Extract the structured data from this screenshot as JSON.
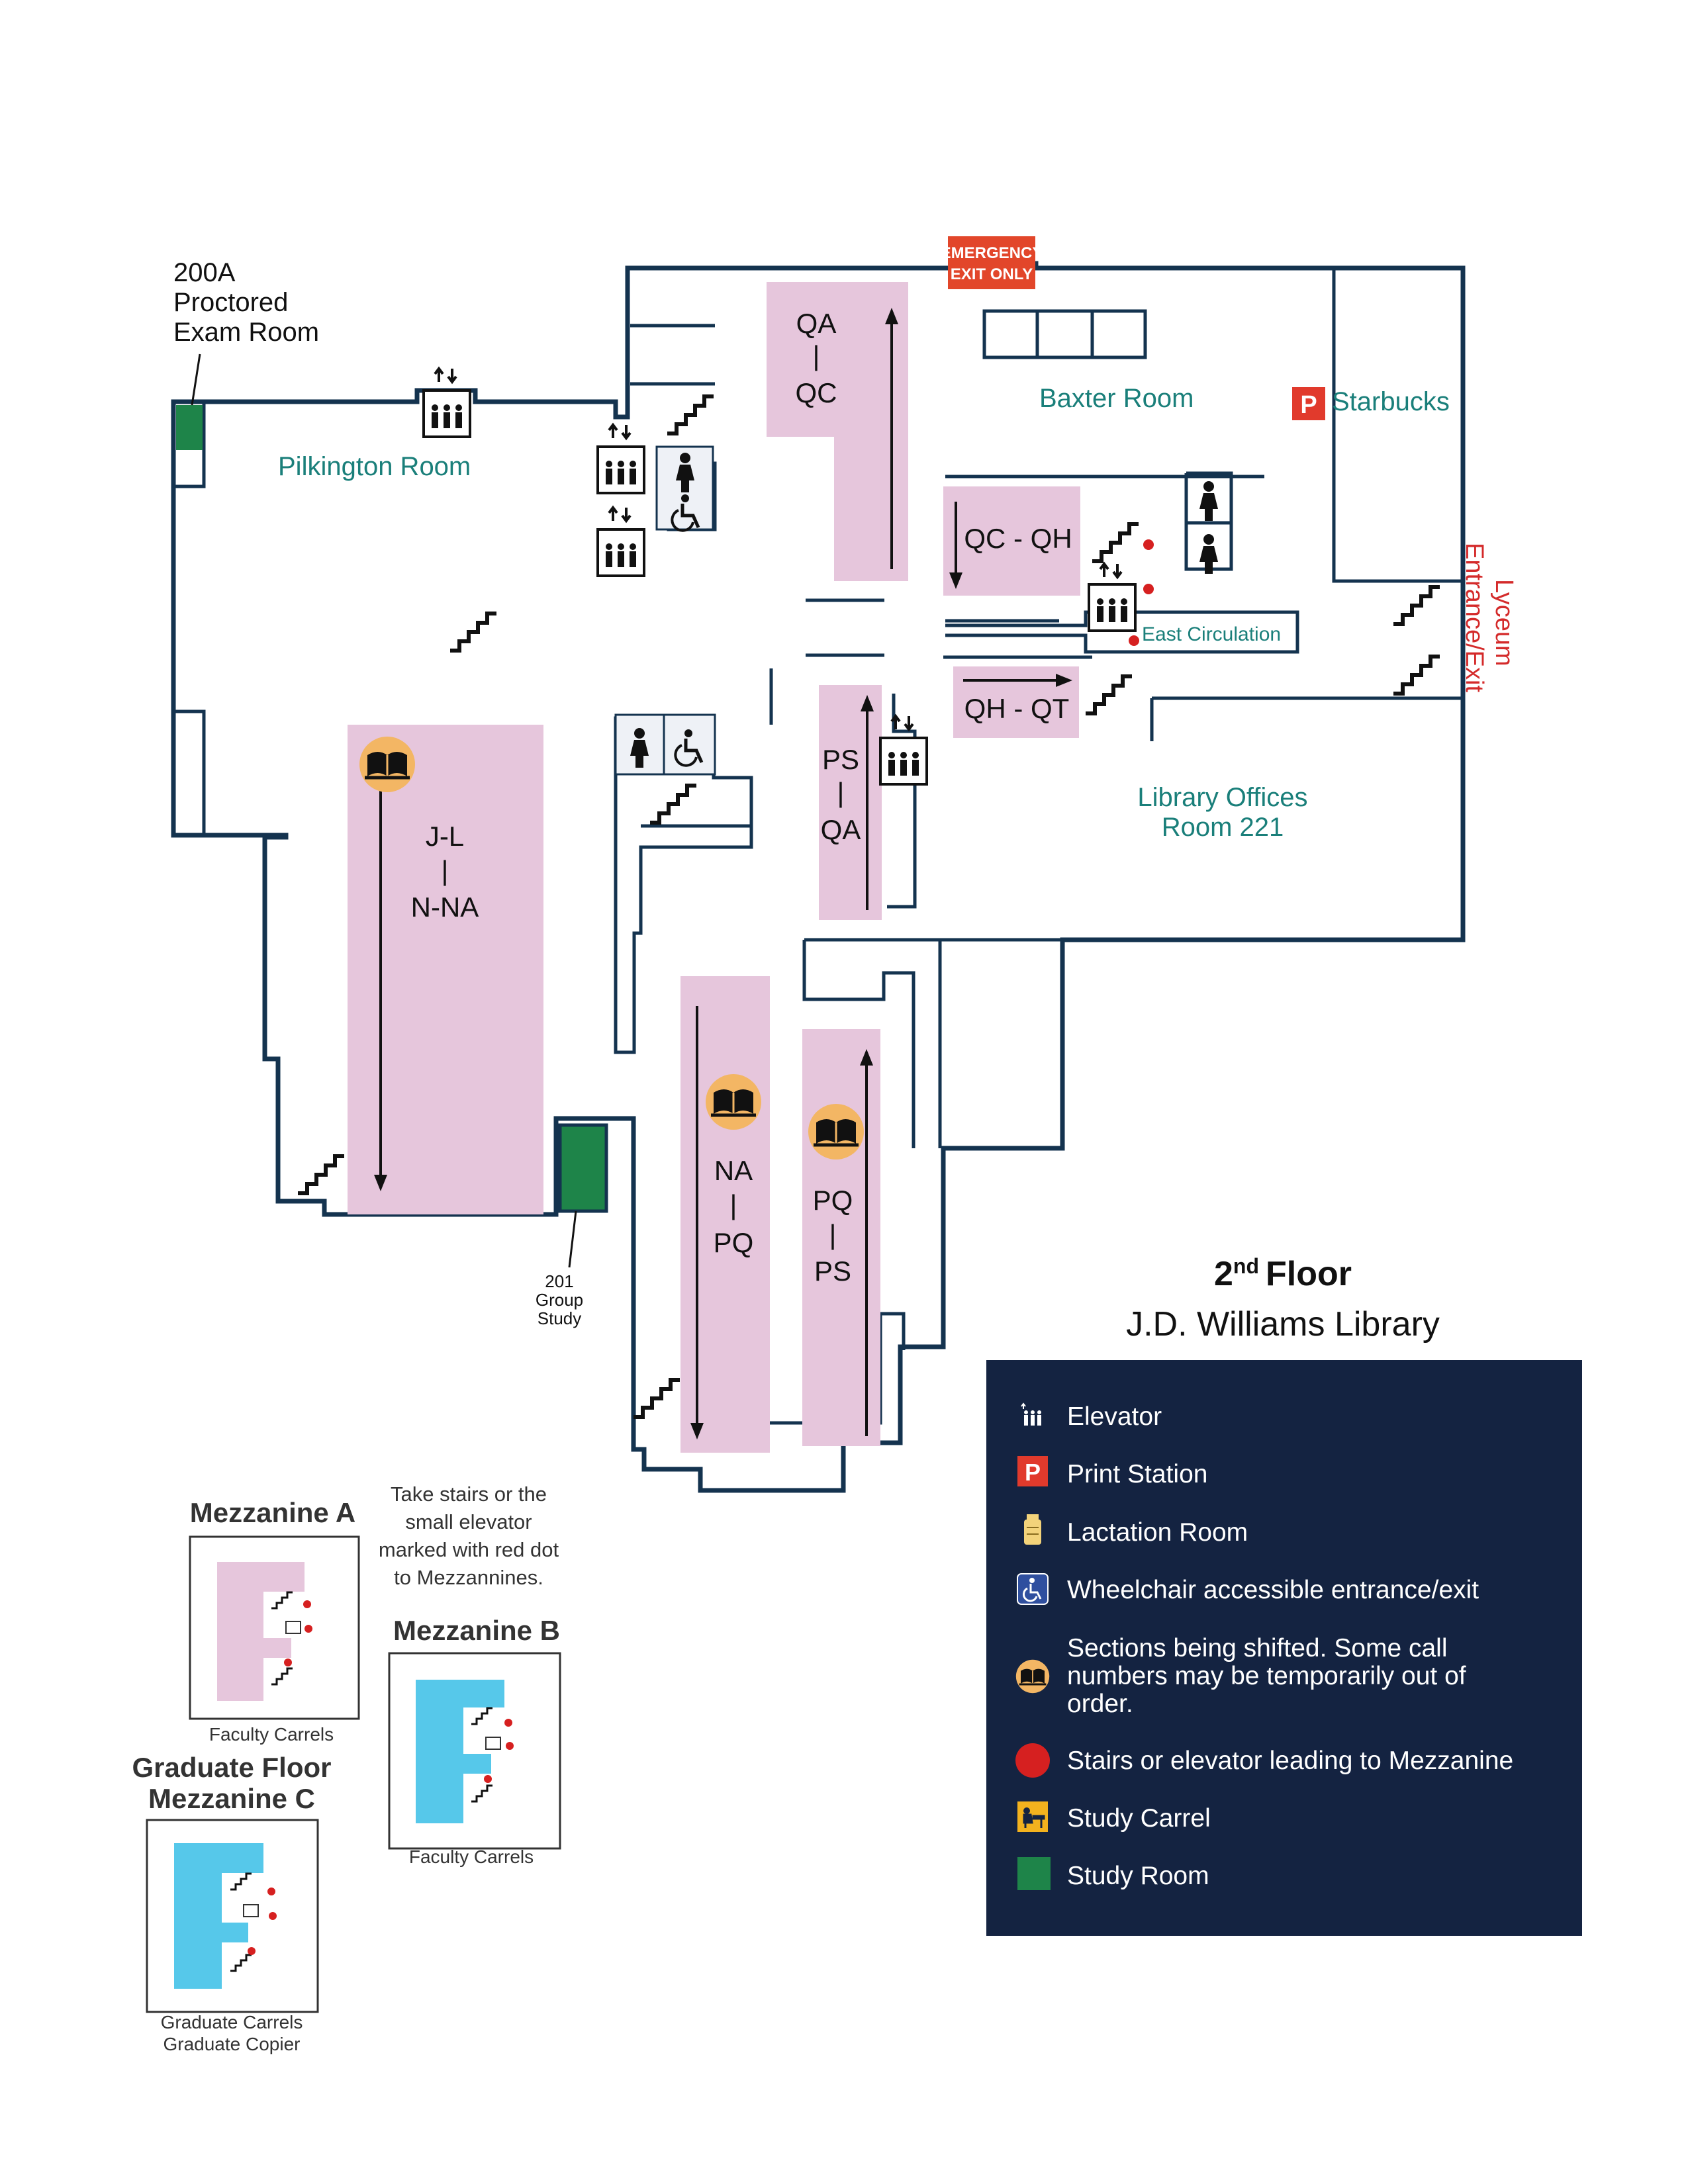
{
  "title": {
    "floor": "2",
    "floor_sup": "nd",
    "floor_word": "Floor",
    "library": "J.D. Williams Library"
  },
  "rooms": {
    "exam_room": [
      "200A",
      "Proctored",
      "Exam Room"
    ],
    "pilkington": "Pilkington Room",
    "baxter": "Baxter Room",
    "starbucks": "Starbucks",
    "east_circulation": "East Circulation",
    "library_offices": [
      "Library Offices",
      "Room 221"
    ],
    "lyceum": [
      "Lyceum",
      "Entrance/Exit"
    ],
    "group_study": [
      "201",
      "Group",
      "Study"
    ],
    "emergency_exit": [
      "EMERGENCY",
      "EXIT ONLY"
    ]
  },
  "call_numbers": {
    "qa_qc": [
      "QA",
      "|",
      "QC"
    ],
    "qc_qh": "QC - QH",
    "qh_qt": "QH - QT",
    "ps_qa": [
      "PS",
      "|",
      "QA"
    ],
    "jl_nna": [
      "J-L",
      "|",
      "N-NA"
    ],
    "na_pq": [
      "NA",
      "|",
      "PQ"
    ],
    "pq_ps": [
      "PQ",
      "|",
      "PS"
    ]
  },
  "mezzanines": {
    "note": [
      "Take stairs or the",
      "small elevator",
      "marked with red dot",
      "to Mezzannines."
    ],
    "a": {
      "title": "Mezzanine A",
      "caption": [
        "Faculty Carrels"
      ]
    },
    "b": {
      "title": "Mezzanine B",
      "caption": [
        "Faculty Carrels"
      ]
    },
    "c": {
      "title": [
        "Graduate Floor",
        "Mezzanine C"
      ],
      "caption": [
        "Graduate Carrels",
        "Graduate Copier"
      ]
    }
  },
  "legend": [
    {
      "icon": "elevator-icon",
      "label": [
        "Elevator"
      ]
    },
    {
      "icon": "print-station-icon",
      "label": [
        "Print Station"
      ]
    },
    {
      "icon": "lactation-room-icon",
      "label": [
        "Lactation Room"
      ]
    },
    {
      "icon": "wheelchair-icon",
      "label": [
        "Wheelchair accessible entrance/exit"
      ]
    },
    {
      "icon": "book-icon",
      "label": [
        "Sections being shifted.  Some call",
        "numbers may be temporarily out of",
        "order."
      ]
    },
    {
      "icon": "red-dot-icon",
      "label": [
        "Stairs or elevator leading to Mezzanine"
      ]
    },
    {
      "icon": "study-carrel-icon",
      "label": [
        "Study Carrel"
      ]
    },
    {
      "icon": "study-room-icon",
      "label": [
        "Study Room"
      ]
    }
  ],
  "colors": {
    "wall": "#14334f",
    "stack": "#e6c6dc",
    "study_room": "#1e8449",
    "legend_bg": "#142341",
    "teal_text": "#1a7f7a",
    "red_text": "#d42a2a",
    "shift_badge": "#f3b664",
    "mez_a": "#e6c6dc",
    "mez_bc": "#56c8ea"
  }
}
